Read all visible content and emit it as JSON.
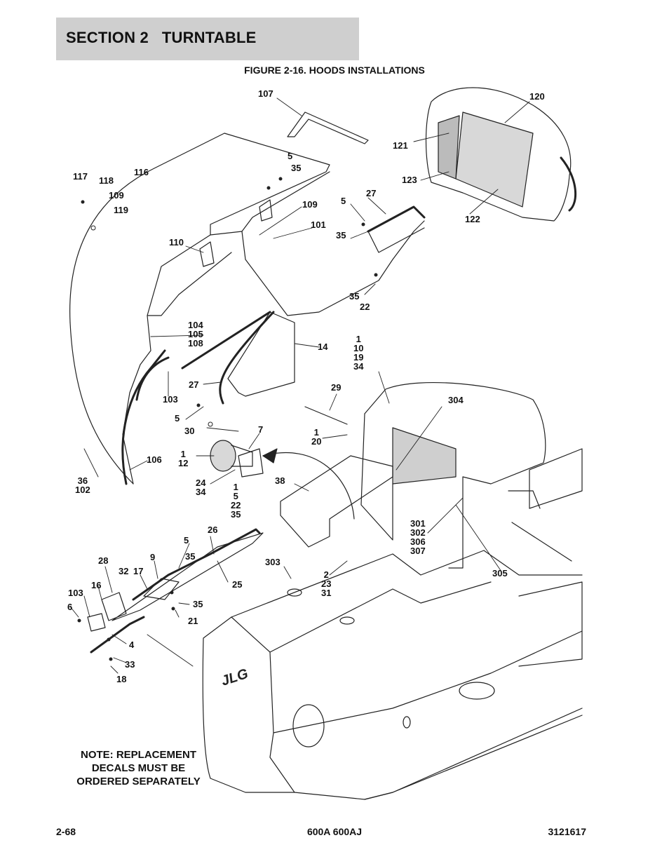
{
  "header": {
    "section": "SECTION 2   TURNTABLE"
  },
  "figure": {
    "number": "FIGURE 2-16.",
    "caption": "HOODS INSTALLATIONS"
  },
  "callouts": [
    "107",
    "120",
    "5",
    "35",
    "117",
    "118",
    "116",
    "109",
    "119",
    "121",
    "123",
    "27",
    "5",
    "109",
    "101",
    "35",
    "122",
    "110",
    "35",
    "22",
    "104\n105\n108",
    "14",
    "1\n10\n19\n34",
    "27",
    "103",
    "29",
    "304",
    "5",
    "30",
    "7",
    "1\n20",
    "1\n12",
    "106",
    "36\n102",
    "24\n34",
    "1\n5\n22\n35",
    "38",
    "301\n302\n306\n307",
    "26",
    "5",
    "35",
    "28",
    "9",
    "32",
    "17",
    "25",
    "303",
    "16",
    "2\n23\n31",
    "305",
    "103",
    "6",
    "35",
    "21",
    "4",
    "33",
    "18"
  ],
  "note": [
    "NOTE: REPLACEMENT",
    "DECALS MUST BE",
    "ORDERED SEPARATELY"
  ],
  "logo": "JLG",
  "footer": {
    "page": "2-68",
    "model": "600A 600AJ",
    "doc": "3121617"
  }
}
